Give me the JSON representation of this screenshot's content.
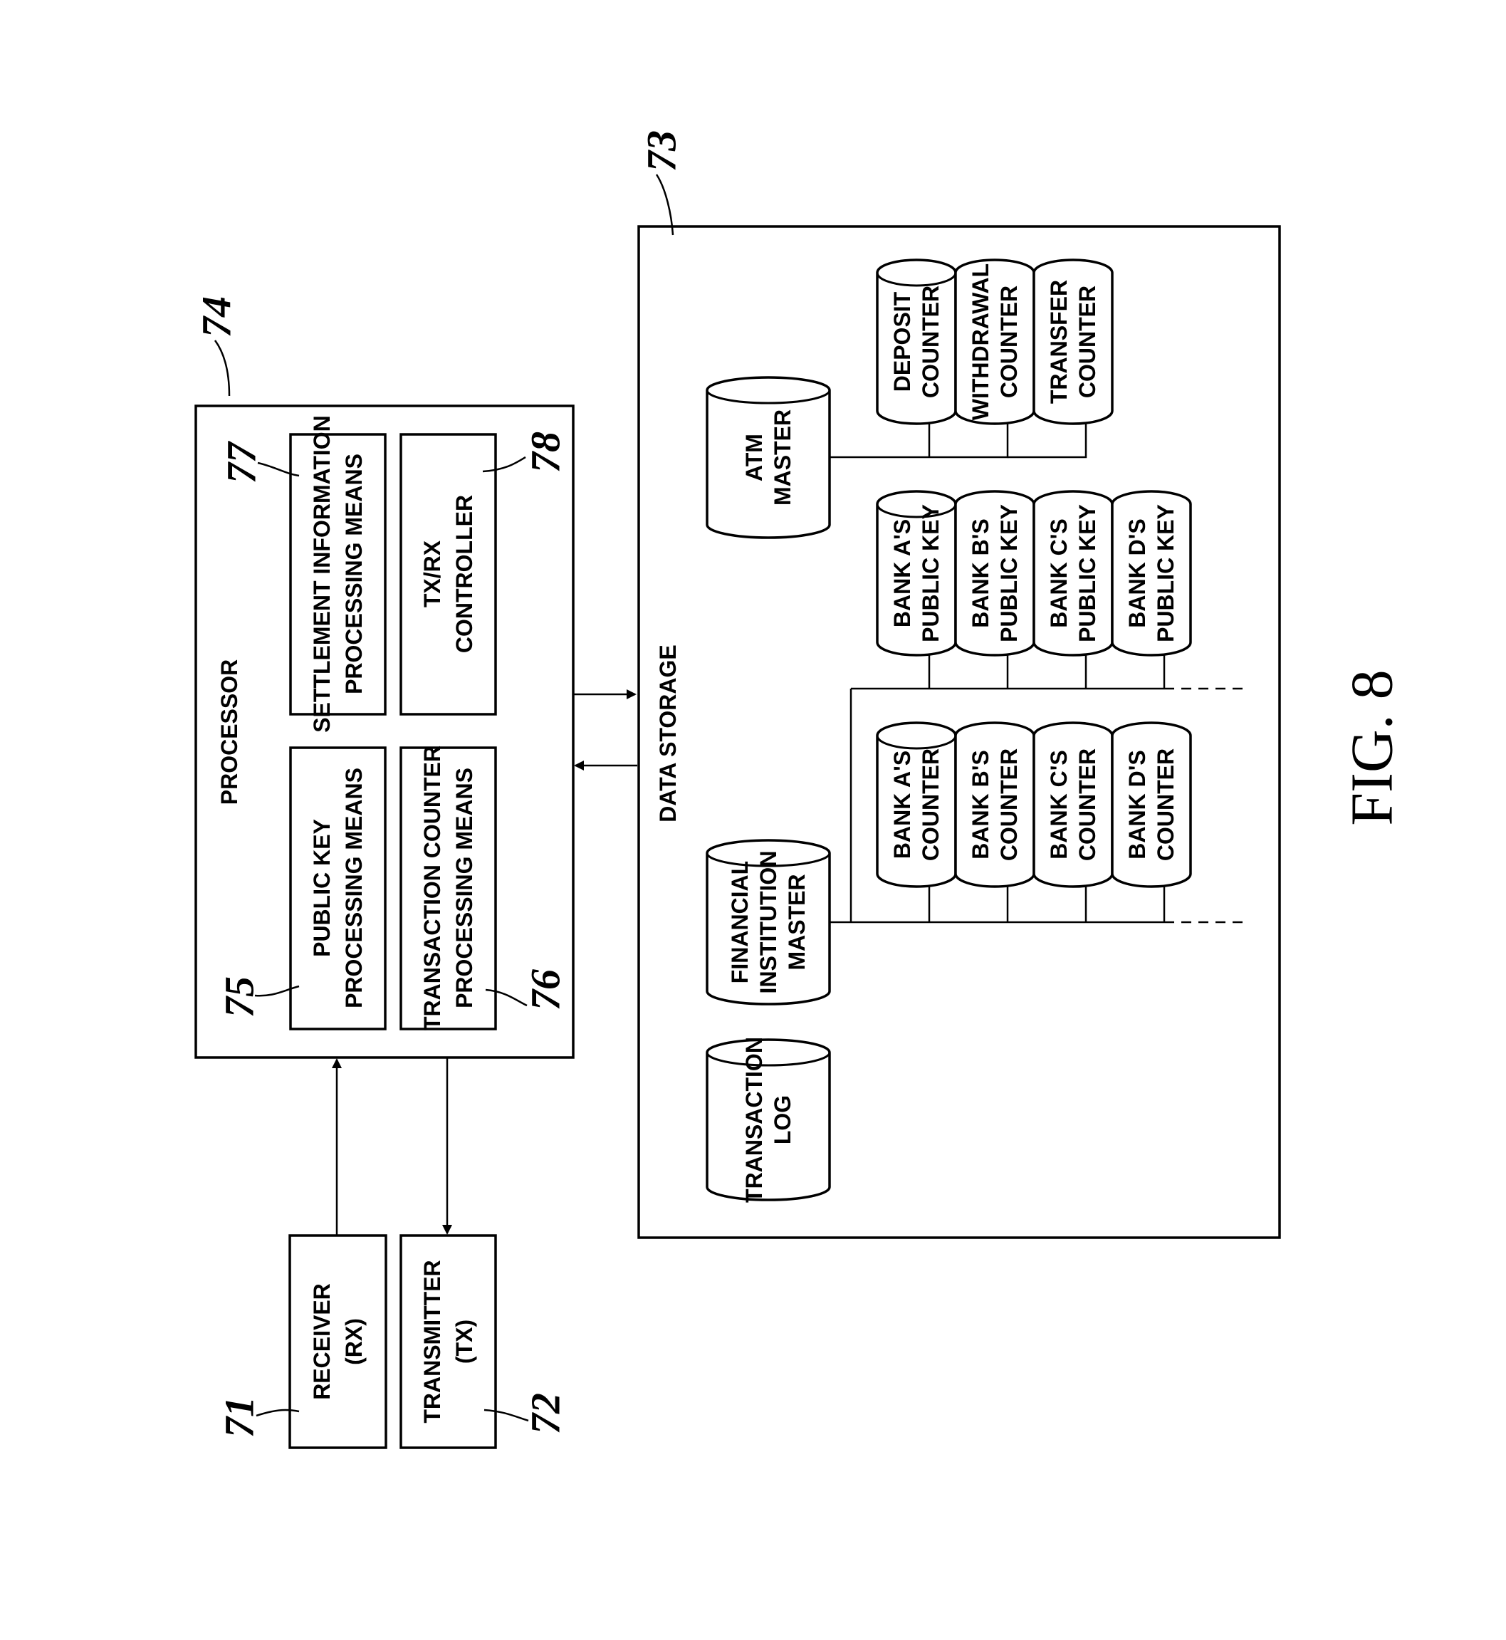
{
  "figure": {
    "caption": "FIG. 8",
    "refs": {
      "receiver": "71",
      "transmitter": "72",
      "data_storage": "73",
      "processor": "74",
      "public_key_means": "75",
      "transaction_counter_means": "76",
      "settlement_means": "77",
      "txrx_controller": "78"
    }
  },
  "receiver": {
    "line1": "RECEIVER",
    "line2": "(RX)"
  },
  "transmitter": {
    "line1": "TRANSMITTER",
    "line2": "(TX)"
  },
  "processor": {
    "title": "PROCESSOR",
    "public_key": {
      "line1": "PUBLIC KEY",
      "line2": "PROCESSING MEANS"
    },
    "transaction_counter": {
      "line1": "TRANSACTION COUNTER",
      "line2": "PROCESSING MEANS"
    },
    "settlement": {
      "line1": "SETTLEMENT INFORMATION",
      "line2": "PROCESSING MEANS"
    },
    "txrx": {
      "line1": "TX/RX",
      "line2": "CONTROLLER"
    }
  },
  "data_storage": {
    "title": "DATA STORAGE",
    "transaction_log": {
      "line1": "TRANSACTION",
      "line2": "LOG"
    },
    "financial_master": {
      "line1": "FINANCIAL",
      "line2": "INSTITUTION",
      "line3": "MASTER"
    },
    "atm_master": {
      "line1": "ATM",
      "line2": "MASTER"
    },
    "bank_counters": [
      {
        "line1": "BANK A'S",
        "line2": "COUNTER"
      },
      {
        "line1": "BANK B'S",
        "line2": "COUNTER"
      },
      {
        "line1": "BANK C'S",
        "line2": "COUNTER"
      },
      {
        "line1": "BANK D'S",
        "line2": "COUNTER"
      }
    ],
    "bank_keys": [
      {
        "line1": "BANK A'S",
        "line2": "PUBLIC KEY"
      },
      {
        "line1": "BANK B'S",
        "line2": "PUBLIC KEY"
      },
      {
        "line1": "BANK C'S",
        "line2": "PUBLIC KEY"
      },
      {
        "line1": "BANK D'S",
        "line2": "PUBLIC KEY"
      }
    ],
    "atm_counters": [
      {
        "line1": "DEPOSIT",
        "line2": "COUNTER"
      },
      {
        "line1": "WITHDRAWAL",
        "line2": "COUNTER"
      },
      {
        "line1": "TRANSFER",
        "line2": "COUNTER"
      }
    ]
  }
}
